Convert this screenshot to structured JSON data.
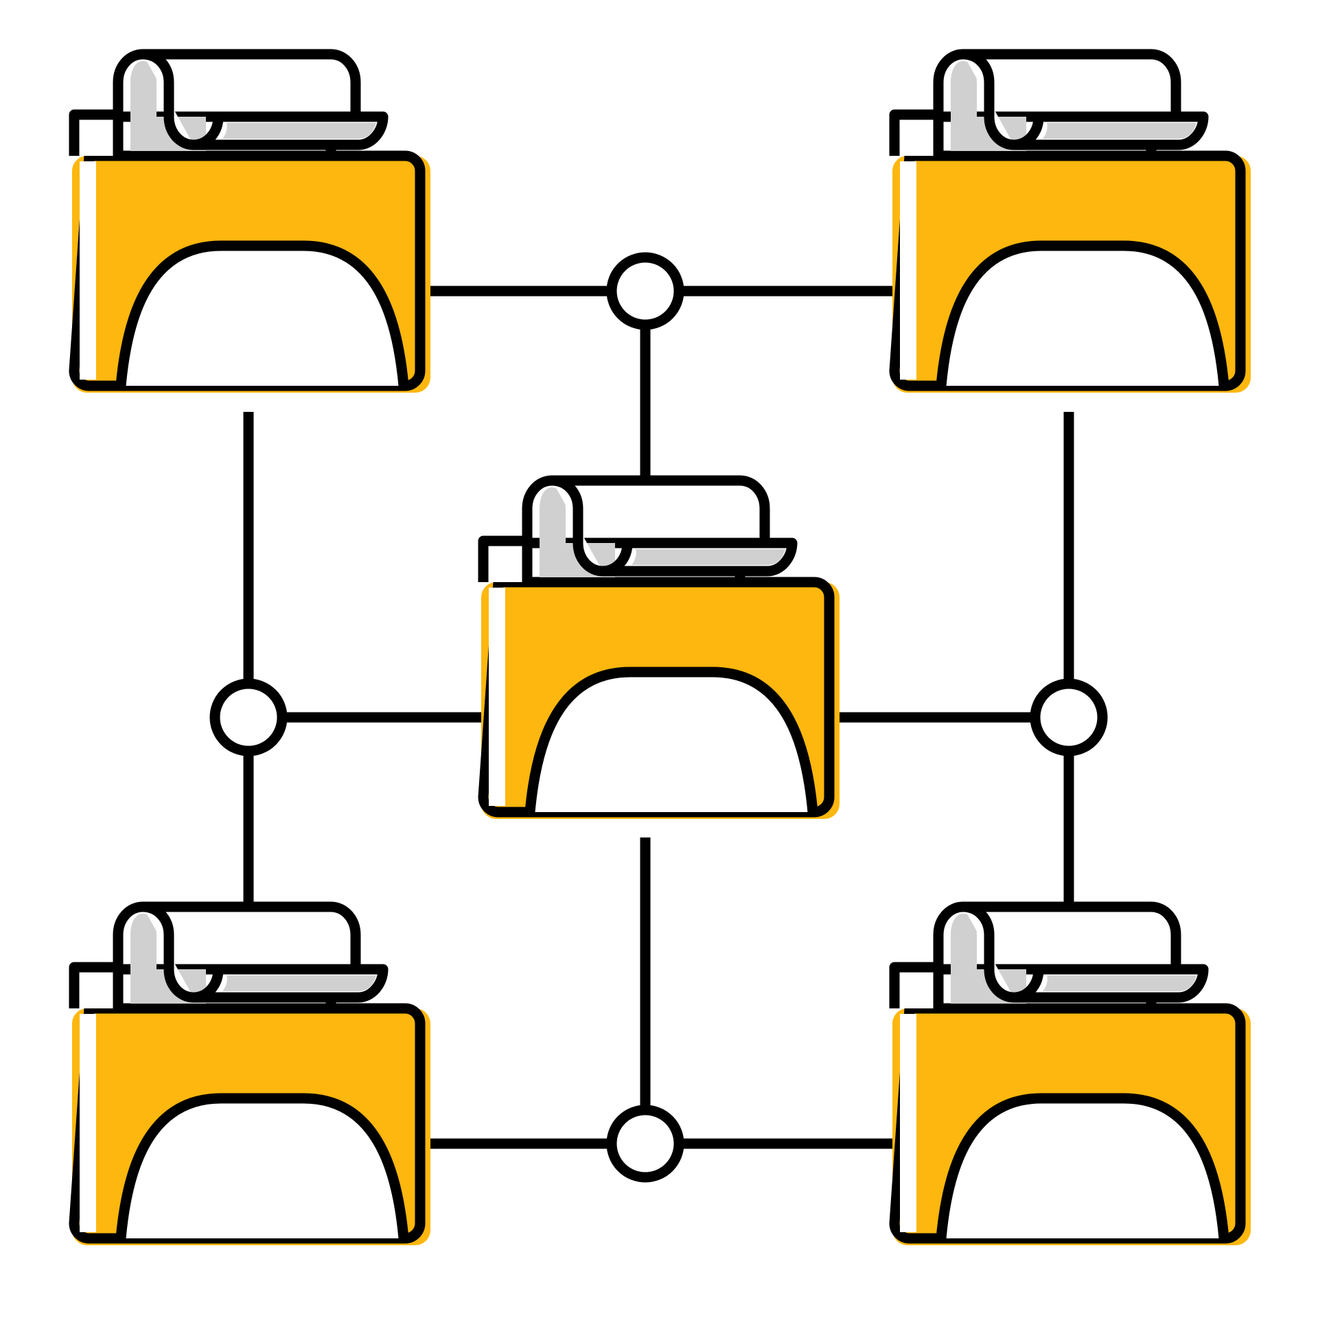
{
  "diagram": {
    "type": "network-of-printers",
    "nodes": [
      {
        "id": "printer-top-left",
        "icon": "printer-icon"
      },
      {
        "id": "printer-top-right",
        "icon": "printer-icon"
      },
      {
        "id": "printer-center",
        "icon": "printer-icon"
      },
      {
        "id": "printer-bottom-left",
        "icon": "printer-icon"
      },
      {
        "id": "printer-bottom-right",
        "icon": "printer-icon"
      },
      {
        "id": "hub-top",
        "icon": "hub-circle-icon"
      },
      {
        "id": "hub-left",
        "icon": "hub-circle-icon"
      },
      {
        "id": "hub-right",
        "icon": "hub-circle-icon"
      },
      {
        "id": "hub-bottom",
        "icon": "hub-circle-icon"
      }
    ],
    "edges": [
      [
        "printer-top-left",
        "hub-top"
      ],
      [
        "hub-top",
        "printer-top-right"
      ],
      [
        "hub-top",
        "printer-center"
      ],
      [
        "printer-top-left",
        "hub-left"
      ],
      [
        "hub-left",
        "printer-center"
      ],
      [
        "hub-left",
        "printer-bottom-left"
      ],
      [
        "printer-top-right",
        "hub-right"
      ],
      [
        "printer-center",
        "hub-right"
      ],
      [
        "hub-right",
        "printer-bottom-right"
      ],
      [
        "printer-center",
        "hub-bottom"
      ],
      [
        "printer-bottom-left",
        "hub-bottom"
      ],
      [
        "hub-bottom",
        "printer-bottom-right"
      ]
    ]
  },
  "colors": {
    "stroke": "#000000",
    "body": "#FDB70E",
    "paper": "#FFFFFF",
    "shade": "#D0D0D0",
    "background": "#FFFFFF"
  }
}
